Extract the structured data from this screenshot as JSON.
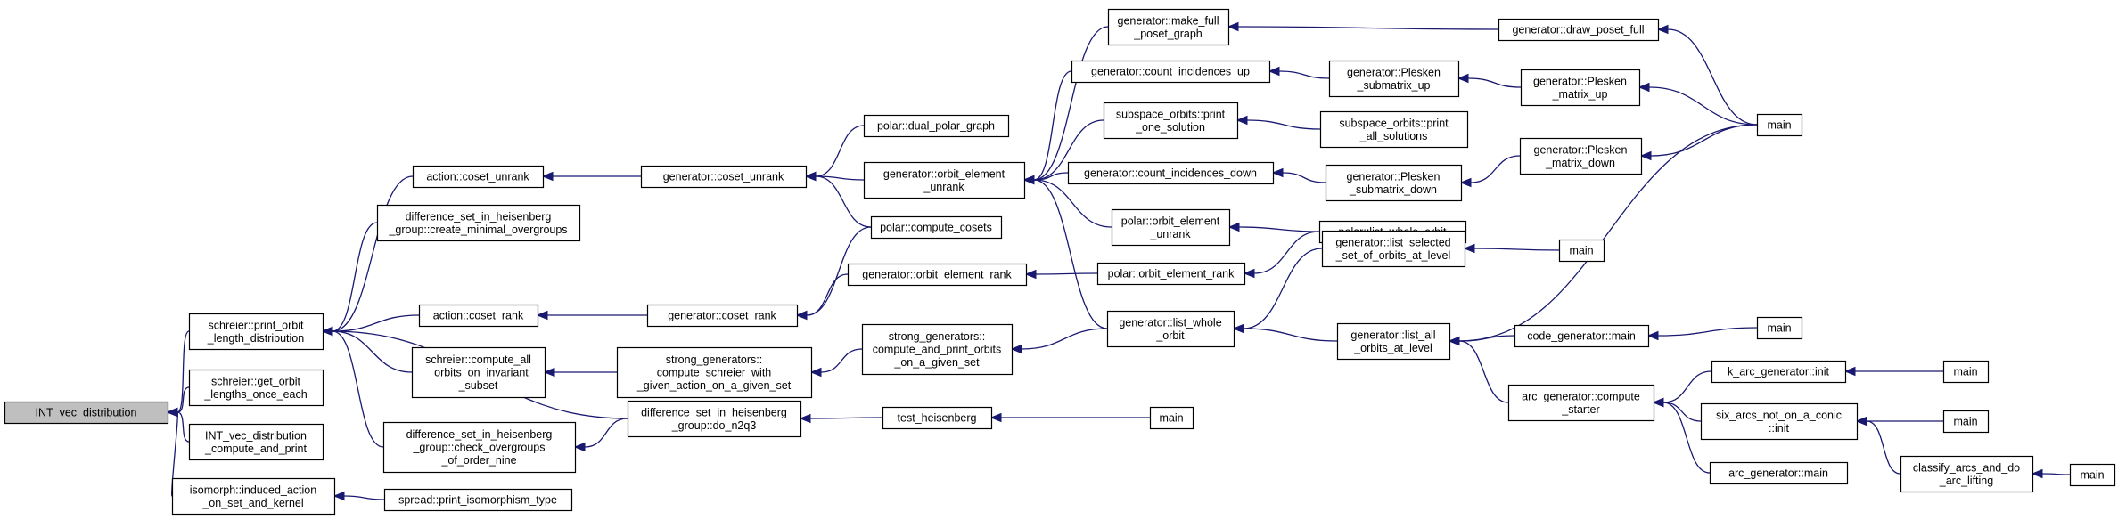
{
  "colors": {
    "edge": "#191970",
    "node_border": "#000000",
    "root_fill": "#bfbfbf",
    "node_fill": "#ffffff"
  },
  "nodes": [
    {
      "id": "n0",
      "lines": [
        "INT_vec_distribution"
      ],
      "root": true
    },
    {
      "id": "n1",
      "lines": [
        "schreier::print_orbit",
        "_length_distribution"
      ]
    },
    {
      "id": "n2",
      "lines": [
        "schreier::get_orbit",
        "_lengths_once_each"
      ]
    },
    {
      "id": "n3",
      "lines": [
        "INT_vec_distribution",
        "_compute_and_print"
      ]
    },
    {
      "id": "n4",
      "lines": [
        "isomorph::induced_action",
        "_on_set_and_kernel"
      ]
    },
    {
      "id": "n5",
      "lines": [
        "action::coset_unrank"
      ]
    },
    {
      "id": "n6",
      "lines": [
        "difference_set_in_heisenberg",
        "_group::create_minimal_overgroups"
      ]
    },
    {
      "id": "n7",
      "lines": [
        "action::coset_rank"
      ]
    },
    {
      "id": "n8",
      "lines": [
        "schreier::compute_all",
        "_orbits_on_invariant",
        "_subset"
      ]
    },
    {
      "id": "n9",
      "lines": [
        "difference_set_in_heisenberg",
        "_group::check_overgroups",
        "_of_order_nine"
      ]
    },
    {
      "id": "n10",
      "lines": [
        "spread::print_isomorphism_type"
      ]
    },
    {
      "id": "n11",
      "lines": [
        "generator::coset_unrank"
      ]
    },
    {
      "id": "n12",
      "lines": [
        "generator::coset_rank"
      ]
    },
    {
      "id": "n13",
      "lines": [
        "strong_generators::",
        "compute_schreier_with",
        "_given_action_on_a_given_set"
      ]
    },
    {
      "id": "n14",
      "lines": [
        "difference_set_in_heisenberg",
        "_group::do_n2q3"
      ]
    },
    {
      "id": "n15",
      "lines": [
        "polar::dual_polar_graph"
      ]
    },
    {
      "id": "n16",
      "lines": [
        "generator::orbit_element",
        "_unrank"
      ]
    },
    {
      "id": "n17",
      "lines": [
        "polar::compute_cosets"
      ]
    },
    {
      "id": "n18",
      "lines": [
        "generator::orbit_element_rank"
      ]
    },
    {
      "id": "n19",
      "lines": [
        "strong_generators::",
        "compute_and_print_orbits",
        "_on_a_given_set"
      ]
    },
    {
      "id": "n20",
      "lines": [
        "test_heisenberg"
      ]
    },
    {
      "id": "n21",
      "lines": [
        "main"
      ]
    },
    {
      "id": "n22",
      "lines": [
        "generator::make_full",
        "_poset_graph"
      ]
    },
    {
      "id": "n23",
      "lines": [
        "generator::count_incidences_up"
      ]
    },
    {
      "id": "n24",
      "lines": [
        "subspace_orbits::print",
        "_one_solution"
      ]
    },
    {
      "id": "n25",
      "lines": [
        "generator::count_incidences_down"
      ]
    },
    {
      "id": "n26",
      "lines": [
        "polar::orbit_element",
        "_unrank"
      ]
    },
    {
      "id": "n27",
      "lines": [
        "polar::orbit_element_rank"
      ]
    },
    {
      "id": "n28",
      "lines": [
        "generator::list_whole",
        "_orbit"
      ]
    },
    {
      "id": "n29",
      "lines": [
        "generator::draw_poset_full"
      ]
    },
    {
      "id": "n30",
      "lines": [
        "generator::Plesken",
        "_submatrix_up"
      ]
    },
    {
      "id": "n31",
      "lines": [
        "subspace_orbits::print",
        "_all_solutions"
      ]
    },
    {
      "id": "n32",
      "lines": [
        "generator::Plesken",
        "_submatrix_down"
      ]
    },
    {
      "id": "n33",
      "lines": [
        "polar::list_whole_orbit"
      ]
    },
    {
      "id": "n34",
      "lines": [
        "generator::list_selected",
        "_set_of_orbits_at_level"
      ]
    },
    {
      "id": "n35",
      "lines": [
        "generator::list_all",
        "_orbits_at_level"
      ]
    },
    {
      "id": "n36",
      "lines": [
        "generator::Plesken",
        "_matrix_up"
      ]
    },
    {
      "id": "n37",
      "lines": [
        "generator::Plesken",
        "_matrix_down"
      ]
    },
    {
      "id": "n38",
      "lines": [
        "main"
      ]
    },
    {
      "id": "n39",
      "lines": [
        "code_generator::main"
      ]
    },
    {
      "id": "n40",
      "lines": [
        "arc_generator::compute",
        "_starter"
      ]
    },
    {
      "id": "n41",
      "lines": [
        "main"
      ]
    },
    {
      "id": "n42",
      "lines": [
        "main"
      ]
    },
    {
      "id": "n43",
      "lines": [
        "k_arc_generator::init"
      ]
    },
    {
      "id": "n44",
      "lines": [
        "six_arcs_not_on_a_conic",
        "::init"
      ]
    },
    {
      "id": "n45",
      "lines": [
        "arc_generator::main"
      ]
    },
    {
      "id": "n46",
      "lines": [
        "main"
      ]
    },
    {
      "id": "n47",
      "lines": [
        "main"
      ]
    },
    {
      "id": "n48",
      "lines": [
        "classify_arcs_and_do",
        "_arc_lifting"
      ]
    },
    {
      "id": "n49",
      "lines": [
        "main"
      ]
    }
  ],
  "edges": [
    [
      "n1",
      "n0"
    ],
    [
      "n2",
      "n0"
    ],
    [
      "n3",
      "n0"
    ],
    [
      "n4",
      "n0"
    ],
    [
      "n5",
      "n1"
    ],
    [
      "n6",
      "n1"
    ],
    [
      "n7",
      "n1"
    ],
    [
      "n8",
      "n1"
    ],
    [
      "n9",
      "n1"
    ],
    [
      "n14",
      "n1"
    ],
    [
      "n10",
      "n4"
    ],
    [
      "n11",
      "n5"
    ],
    [
      "n12",
      "n7"
    ],
    [
      "n13",
      "n8"
    ],
    [
      "n14",
      "n9"
    ],
    [
      "n15",
      "n11"
    ],
    [
      "n16",
      "n11"
    ],
    [
      "n17",
      "n11"
    ],
    [
      "n17",
      "n12"
    ],
    [
      "n18",
      "n12"
    ],
    [
      "n19",
      "n13"
    ],
    [
      "n20",
      "n14"
    ],
    [
      "n21",
      "n20"
    ],
    [
      "n22",
      "n16"
    ],
    [
      "n23",
      "n16"
    ],
    [
      "n24",
      "n16"
    ],
    [
      "n25",
      "n16"
    ],
    [
      "n26",
      "n16"
    ],
    [
      "n28",
      "n16"
    ],
    [
      "n27",
      "n18"
    ],
    [
      "n28",
      "n19"
    ],
    [
      "n29",
      "n22"
    ],
    [
      "n30",
      "n23"
    ],
    [
      "n31",
      "n24"
    ],
    [
      "n32",
      "n25"
    ],
    [
      "n33",
      "n26"
    ],
    [
      "n33",
      "n27"
    ],
    [
      "n34",
      "n28"
    ],
    [
      "n35",
      "n28"
    ],
    [
      "n36",
      "n30"
    ],
    [
      "n37",
      "n32"
    ],
    [
      "n38",
      "n29"
    ],
    [
      "n38",
      "n36"
    ],
    [
      "n38",
      "n37"
    ],
    [
      "n38",
      "n35"
    ],
    [
      "n41",
      "n34"
    ],
    [
      "n39",
      "n35"
    ],
    [
      "n40",
      "n35"
    ],
    [
      "n42",
      "n39"
    ],
    [
      "n43",
      "n40"
    ],
    [
      "n44",
      "n40"
    ],
    [
      "n45",
      "n40"
    ],
    [
      "n46",
      "n43"
    ],
    [
      "n47",
      "n44"
    ],
    [
      "n48",
      "n44"
    ],
    [
      "n49",
      "n48"
    ]
  ]
}
